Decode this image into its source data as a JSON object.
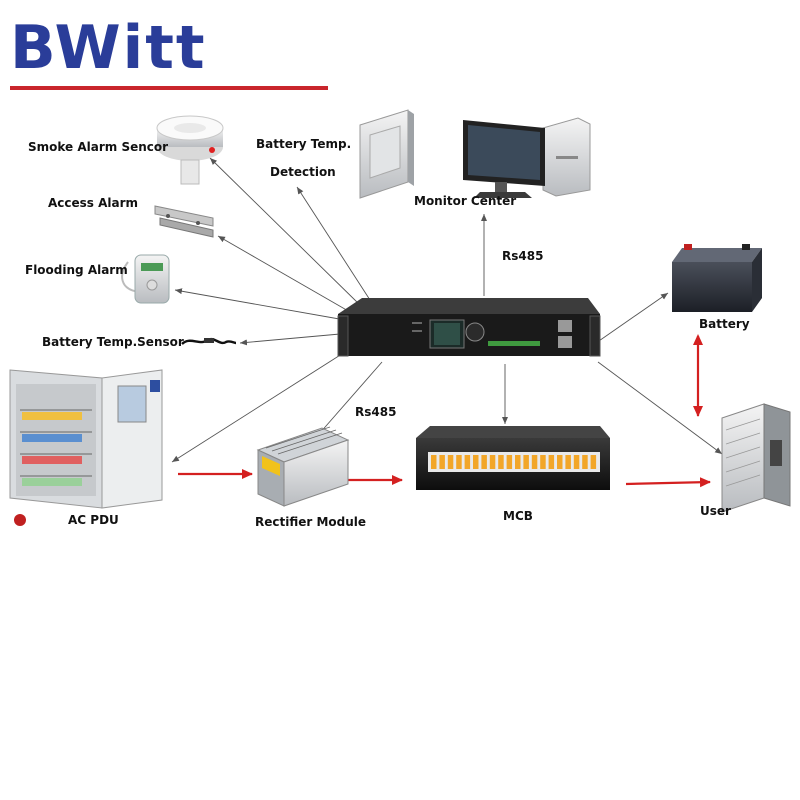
{
  "brand": {
    "logo_text": "BWitt"
  },
  "labels": {
    "smoke": "Smoke Alarm Sencor",
    "battery_temp_line1": "Battery Temp.",
    "battery_temp_line2": "Detection",
    "monitor_center": "Monitor Center",
    "access": "Access Alarm",
    "flooding": "Flooding Alarm",
    "temp_sensor": "Battery Temp.Sensor",
    "rs485_top": "Rs485",
    "rs485_mid": "Rs485",
    "battery": "Battery",
    "ac_pdu": "AC PDU",
    "rectifier": "Rectifier Module",
    "mcb": "MCB",
    "user": "User"
  },
  "colors": {
    "brand_blue": "#2a3d99",
    "brand_red": "#c9252c",
    "arrow_red": "#d42020",
    "line_gray": "#555555"
  },
  "icons": [
    "smoke-detector-icon",
    "door-magnet-icon",
    "flood-sensor-icon",
    "temp-probe-icon",
    "thermostat-icon",
    "computer-monitor-icon",
    "controller-unit-icon",
    "battery-icon",
    "ac-pdu-cabinet-icon",
    "rectifier-module-icon",
    "mcb-panel-icon",
    "outdoor-enclosure-icon"
  ]
}
